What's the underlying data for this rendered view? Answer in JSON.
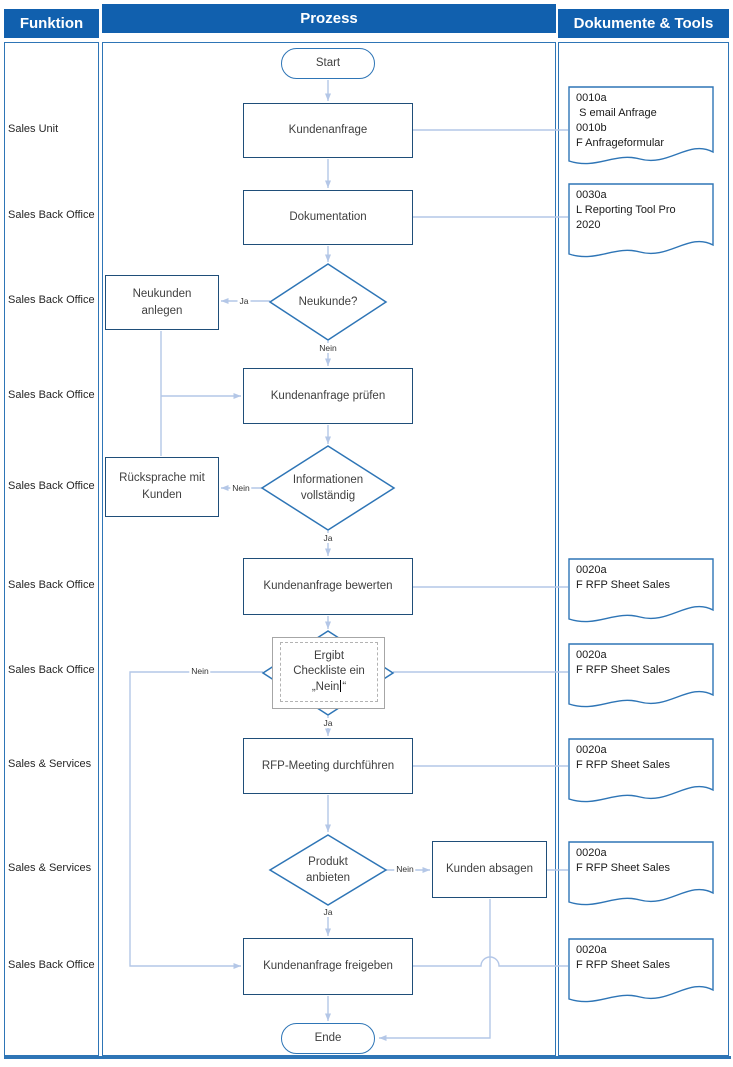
{
  "header": {
    "columns": [
      {
        "label": "Funktion"
      },
      {
        "label": "Prozess"
      },
      {
        "label": "Dokumente & Tools"
      }
    ]
  },
  "lanes": [
    {
      "label": "Sales Unit"
    },
    {
      "label": "Sales Back Office"
    },
    {
      "label": "Sales Back Office"
    },
    {
      "label": "Sales Back Office"
    },
    {
      "label": "Sales Back Office"
    },
    {
      "label": "Sales Back Office"
    },
    {
      "label": "Sales Back Office"
    },
    {
      "label": "Sales & Services"
    },
    {
      "label": "Sales & Services"
    },
    {
      "label": "Sales Back Office"
    }
  ],
  "process": {
    "start": "Start",
    "kundenanfrage": "Kundenanfrage",
    "dokumentation": "Dokumentation",
    "neukunde": "Neukunde?",
    "neukunden_anlegen": "Neukunden\nanlegen",
    "kundenanfrage_pruefen": "Kundenanfrage prüfen",
    "informationen_vollstaendig": "Informationen\nvollständig",
    "ruecksprache": "Rücksprache mit\nKunden",
    "kundenanfrage_bewerten": "Kundenanfrage bewerten",
    "checkliste": {
      "line1": "Ergibt",
      "line2": "Checkliste ein",
      "line3_pre": "„Nein",
      "line3_post": "“"
    },
    "rfp_meeting": "RFP-Meeting durchführen",
    "produkt_anbieten": "Produkt\nanbieten",
    "kunden_absagen": "Kunden absagen",
    "kundenanfrage_freigeben": "Kundenanfrage freigeben",
    "ende": "Ende"
  },
  "edge_labels": {
    "ja_neukunde": "Ja",
    "nein_neukunde": "Nein",
    "nein_info": "Nein",
    "ja_info": "Ja",
    "nein_checkliste": "Nein",
    "ja_checkliste": "Ja",
    "nein_produkt": "Nein",
    "ja_produkt": "Ja"
  },
  "documents": [
    {
      "text": "0010a\n S email Anfrage\n0010b\nF Anfrageformular"
    },
    {
      "text": "0030a\nL Reporting Tool Pro\n2020"
    },
    {
      "text": "0020a\nF RFP Sheet Sales"
    },
    {
      "text": "0020a\nF RFP Sheet Sales"
    },
    {
      "text": "0020a\nF RFP Sheet Sales"
    },
    {
      "text": "0020a\nF RFP Sheet Sales"
    },
    {
      "text": "0020a\nF RFP Sheet Sales"
    }
  ],
  "colors": {
    "header_bg": "#1160AE",
    "lane_border": "#2E75B6",
    "accent_border": "#2E75B6",
    "process_border": "#1F4E79",
    "connector": "#B4C7E7",
    "text": "#404040"
  }
}
